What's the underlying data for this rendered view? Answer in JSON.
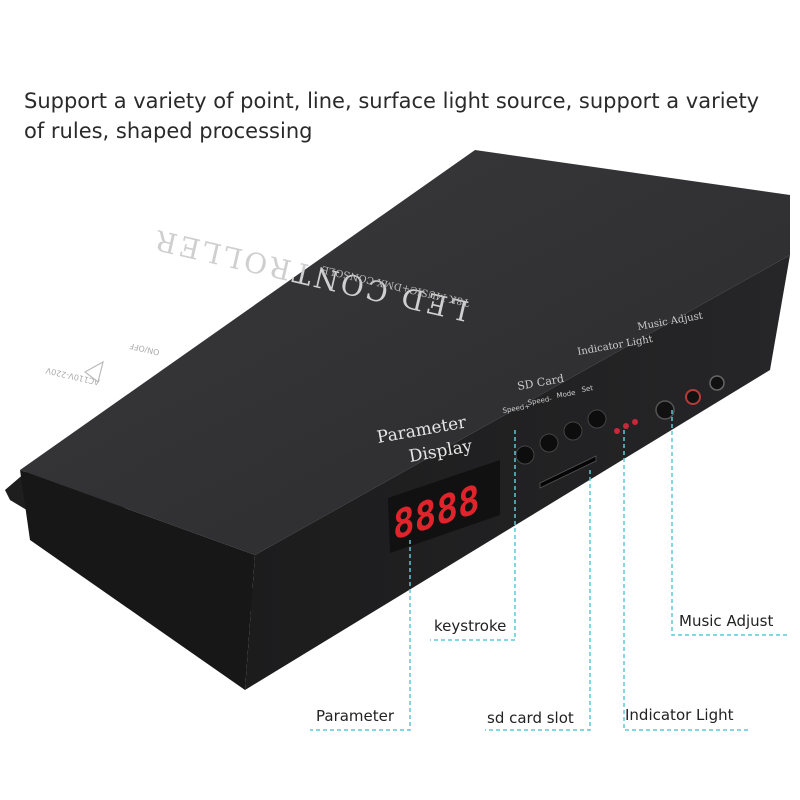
{
  "headline": "Support a variety of point, line, surface light source, support a variety of rules, shaped processing",
  "device": {
    "title": "LED CONTROLLER",
    "subtitle": "T8K MUSIC+DMX CONSOLE",
    "parameter_label_line1": "Parameter",
    "parameter_label_line2": "Display",
    "display_digits": "8888",
    "sd_card_label": "SD Card",
    "indicator_light_label": "Indicator Light",
    "music_adjust_label": "Music Adjust",
    "button_labels": [
      "Speed+",
      "Speed-",
      "Mode",
      "Set"
    ],
    "power_label": "AC110V-220V",
    "on_off_label": "ON/OFF"
  },
  "callouts": {
    "keystroke": "keystroke",
    "music_adjust": "Music Adjust",
    "parameter": "Parameter",
    "sd_card_slot": "sd card slot",
    "indicator_light": "Indicator Light"
  },
  "colors": {
    "callout_line": "#5cc8d8",
    "device_body": "#2b2b2d",
    "display_digits": "#e0242c",
    "indicator_leds": "#c8283a"
  }
}
